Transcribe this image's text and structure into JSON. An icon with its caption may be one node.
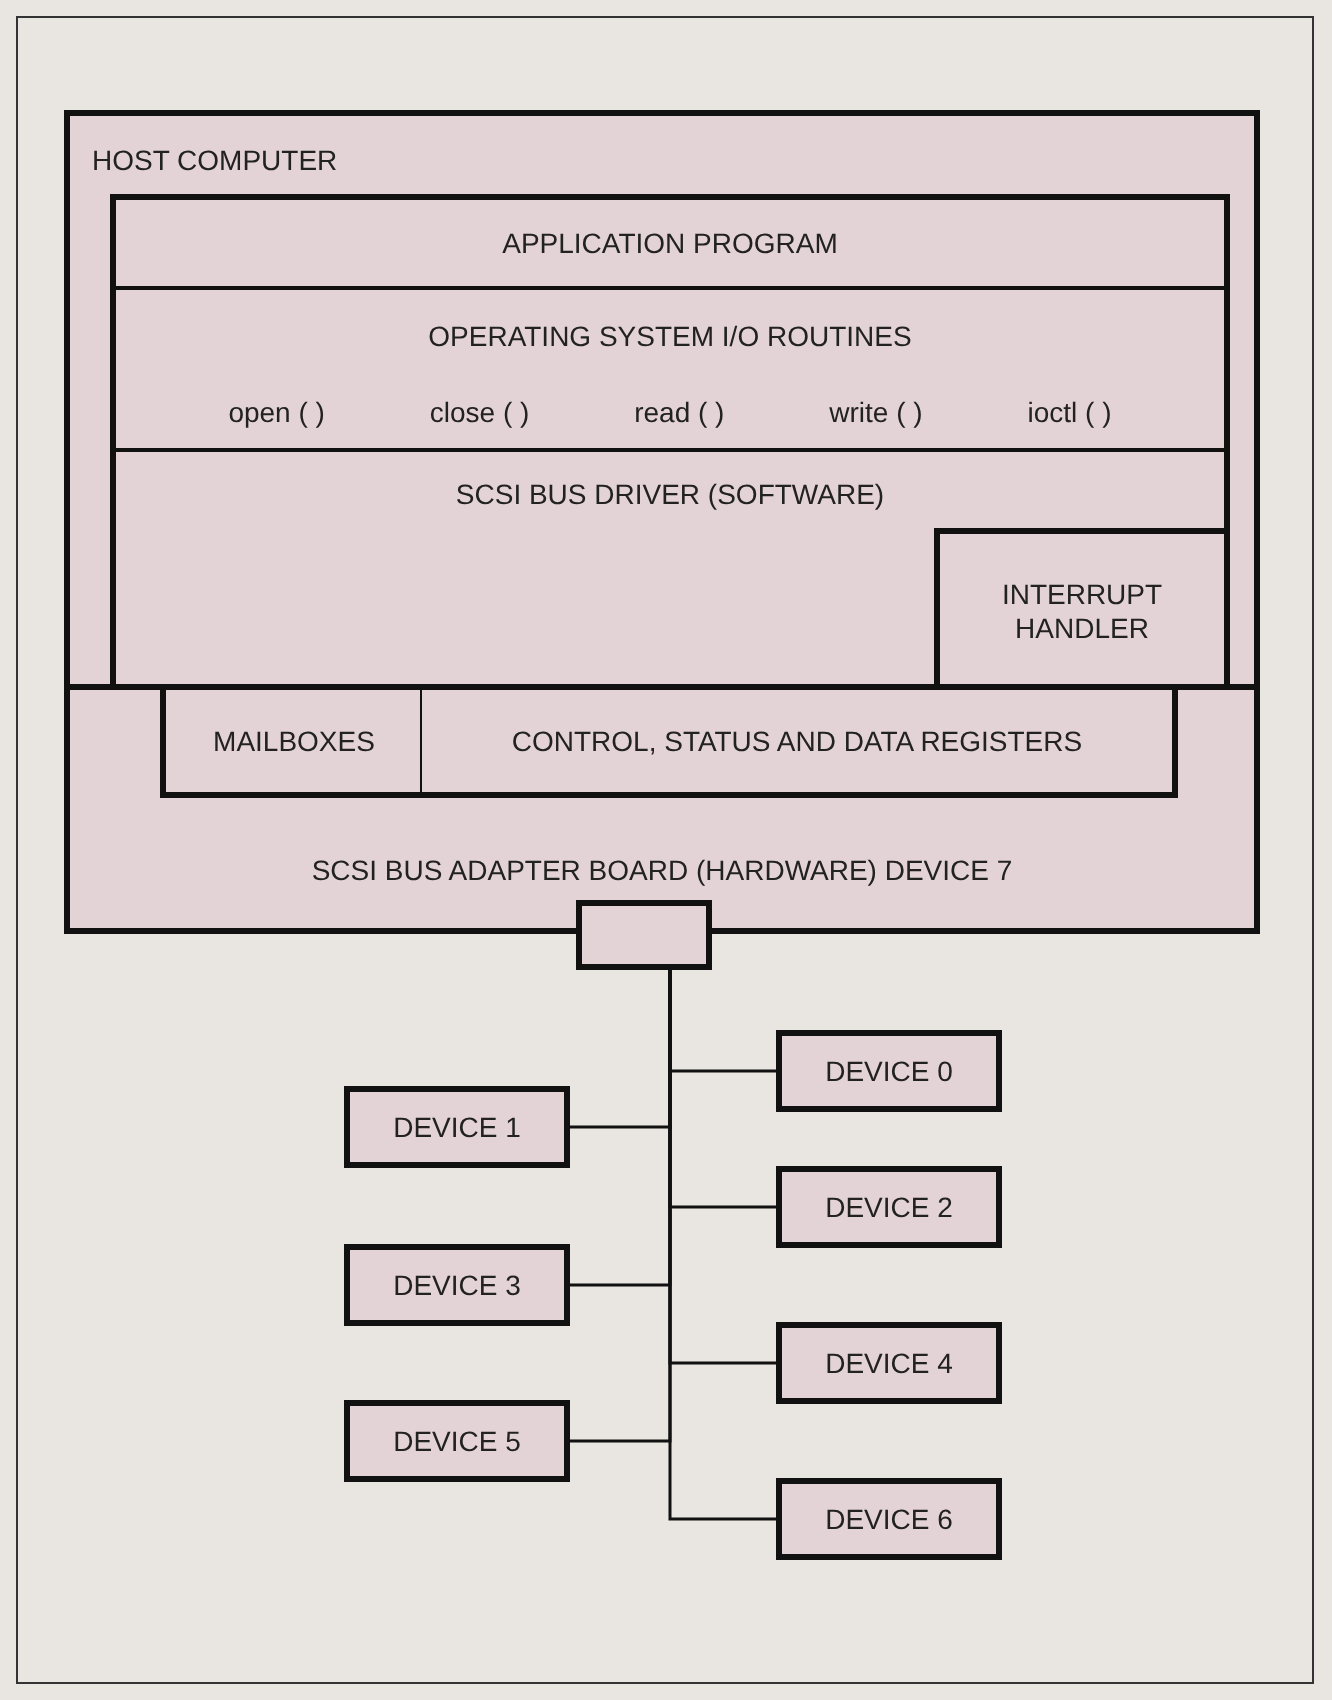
{
  "diagram": {
    "nodes": [
      {
        "text": [
          "HOST COMPUTER"
        ]
      },
      {
        "text": [],
        "shape": "box",
        "in": 0
      },
      {
        "text": [
          "APPLICATION PROGRAM"
        ],
        "in": 1
      },
      {
        "text": [
          "OPERATING SYSTEM I/O ROUTINES",
          "open ( )",
          "close ( )",
          "read ( )",
          "write ( )",
          "ioctl ( )"
        ],
        "in": 1
      },
      {
        "text": [
          "SCSI BUS DRIVER (SOFTWARE)"
        ],
        "in": 1
      },
      {
        "text": [
          "INTERRUPT HANDLER"
        ],
        "in": 4
      },
      {
        "text": [
          "SCSI BUS ADAPTER BOARD (HARDWARE) DEVICE 7"
        ],
        "in": 0
      },
      {
        "text": [
          "MAILBOXES"
        ],
        "in": 6
      },
      {
        "text": [
          "CONTROL, STATUS AND DATA REGISTERS"
        ],
        "in": 6
      },
      {
        "text": [],
        "shape": "box"
      },
      {
        "text": [
          "DEVICE 0"
        ]
      },
      {
        "text": [
          "DEVICE 1"
        ]
      },
      {
        "text": [
          "DEVICE 2"
        ]
      },
      {
        "text": [
          "DEVICE 3"
        ]
      },
      {
        "text": [
          "DEVICE 4"
        ]
      },
      {
        "text": [
          "DEVICE 5"
        ]
      },
      {
        "text": [
          "DEVICE 6"
        ]
      }
    ],
    "edges": [
      {
        "from": 9,
        "to": 10,
        "arrow": "none"
      },
      {
        "from": 9,
        "to": 11,
        "arrow": "none"
      },
      {
        "from": 9,
        "to": 12,
        "arrow": "none"
      },
      {
        "from": 9,
        "to": 13,
        "arrow": "none"
      },
      {
        "from": 9,
        "to": 14,
        "arrow": "none"
      },
      {
        "from": 9,
        "to": 15,
        "arrow": "none"
      },
      {
        "from": 9,
        "to": 16,
        "arrow": "none"
      }
    ]
  }
}
